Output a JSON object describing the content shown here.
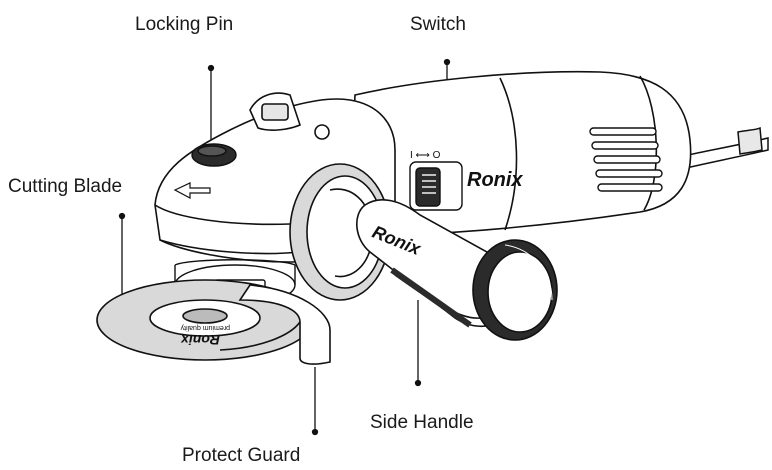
{
  "labels": {
    "locking_pin": "Locking Pin",
    "switch": "Switch",
    "cutting_blade": "Cutting Blade",
    "side_handle": "Side Handle",
    "protect_guard": "Protect Guard"
  },
  "brand": {
    "body_logo": "Ronix",
    "handle_logo": "Ronix",
    "blade_logo": "Ronix",
    "blade_subtext": "premium quality"
  },
  "switch_marks": {
    "off_on": "I ⟷ O"
  },
  "colors": {
    "line": "#111111",
    "fill": "#ffffff",
    "shade": "#d9d9d9",
    "dark": "#2b2b2b"
  }
}
